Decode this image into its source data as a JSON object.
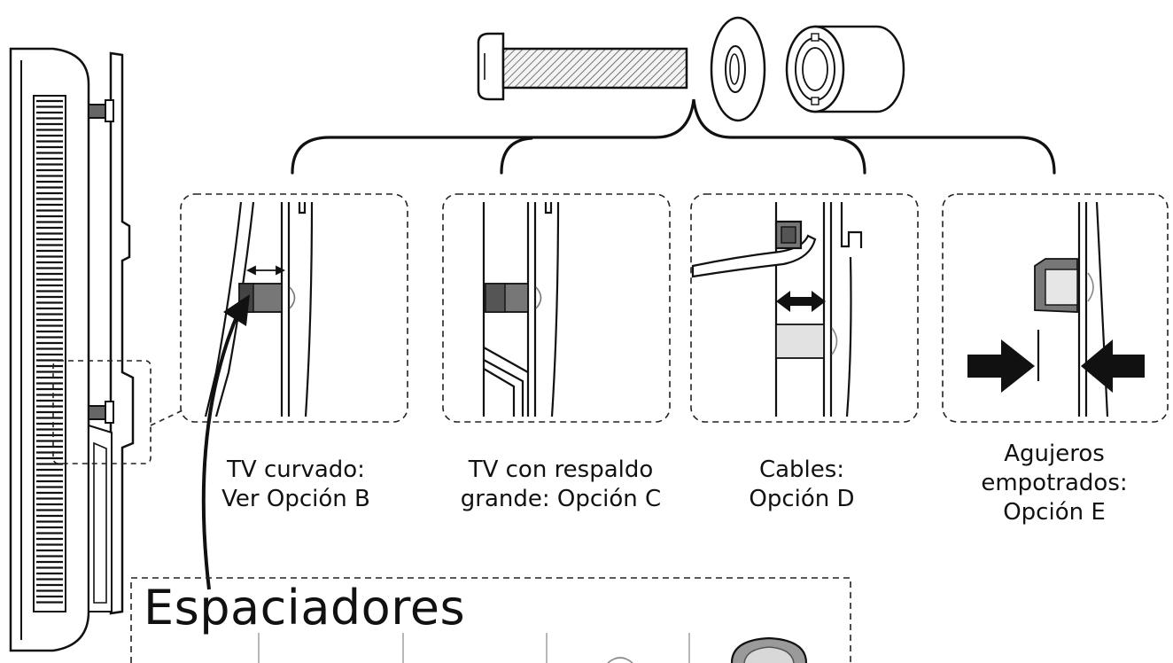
{
  "diagram": {
    "options": [
      {
        "id": "b",
        "line1": "TV curvado:",
        "line2": "Ver Opción B",
        "line3": ""
      },
      {
        "id": "c",
        "line1": "TV con respaldo",
        "line2": "grande: Opción C",
        "line3": ""
      },
      {
        "id": "d",
        "line1": "Cables:",
        "line2": "Opción D",
        "line3": ""
      },
      {
        "id": "e",
        "line1": "Agujeros",
        "line2": "empotrados:",
        "line3": "Opción E"
      }
    ],
    "spacers_title": "Espaciadores"
  }
}
